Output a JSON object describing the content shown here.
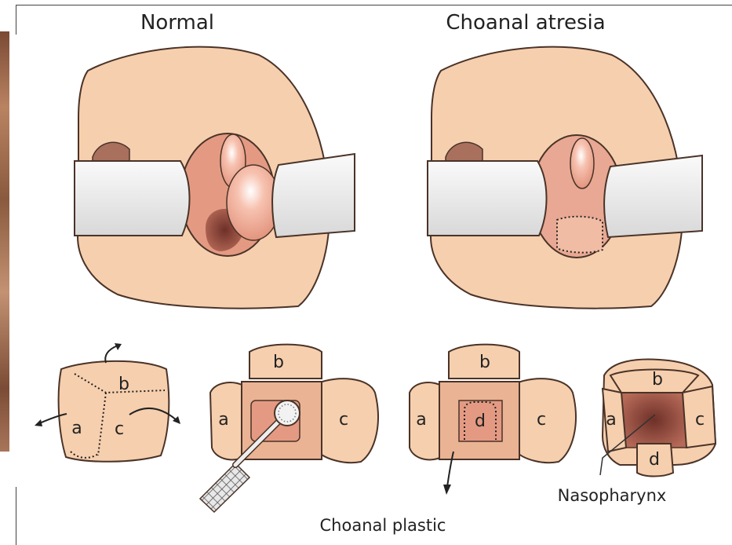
{
  "titles": {
    "normal": "Normal",
    "atresia": "Choanal atresia"
  },
  "flap_letters": {
    "a": "a",
    "b": "b",
    "c": "c",
    "d": "d"
  },
  "labels": {
    "nasopharynx": "Nasopharynx",
    "choanal_plastic": "Choanal plastic"
  },
  "colors": {
    "skin": "#f6cfae",
    "skin_dark": "#e7ae89",
    "outline": "#4a3328",
    "cavity": "#e49a82",
    "deep": "#8a4a3c",
    "speculum": "#eeeeee"
  }
}
